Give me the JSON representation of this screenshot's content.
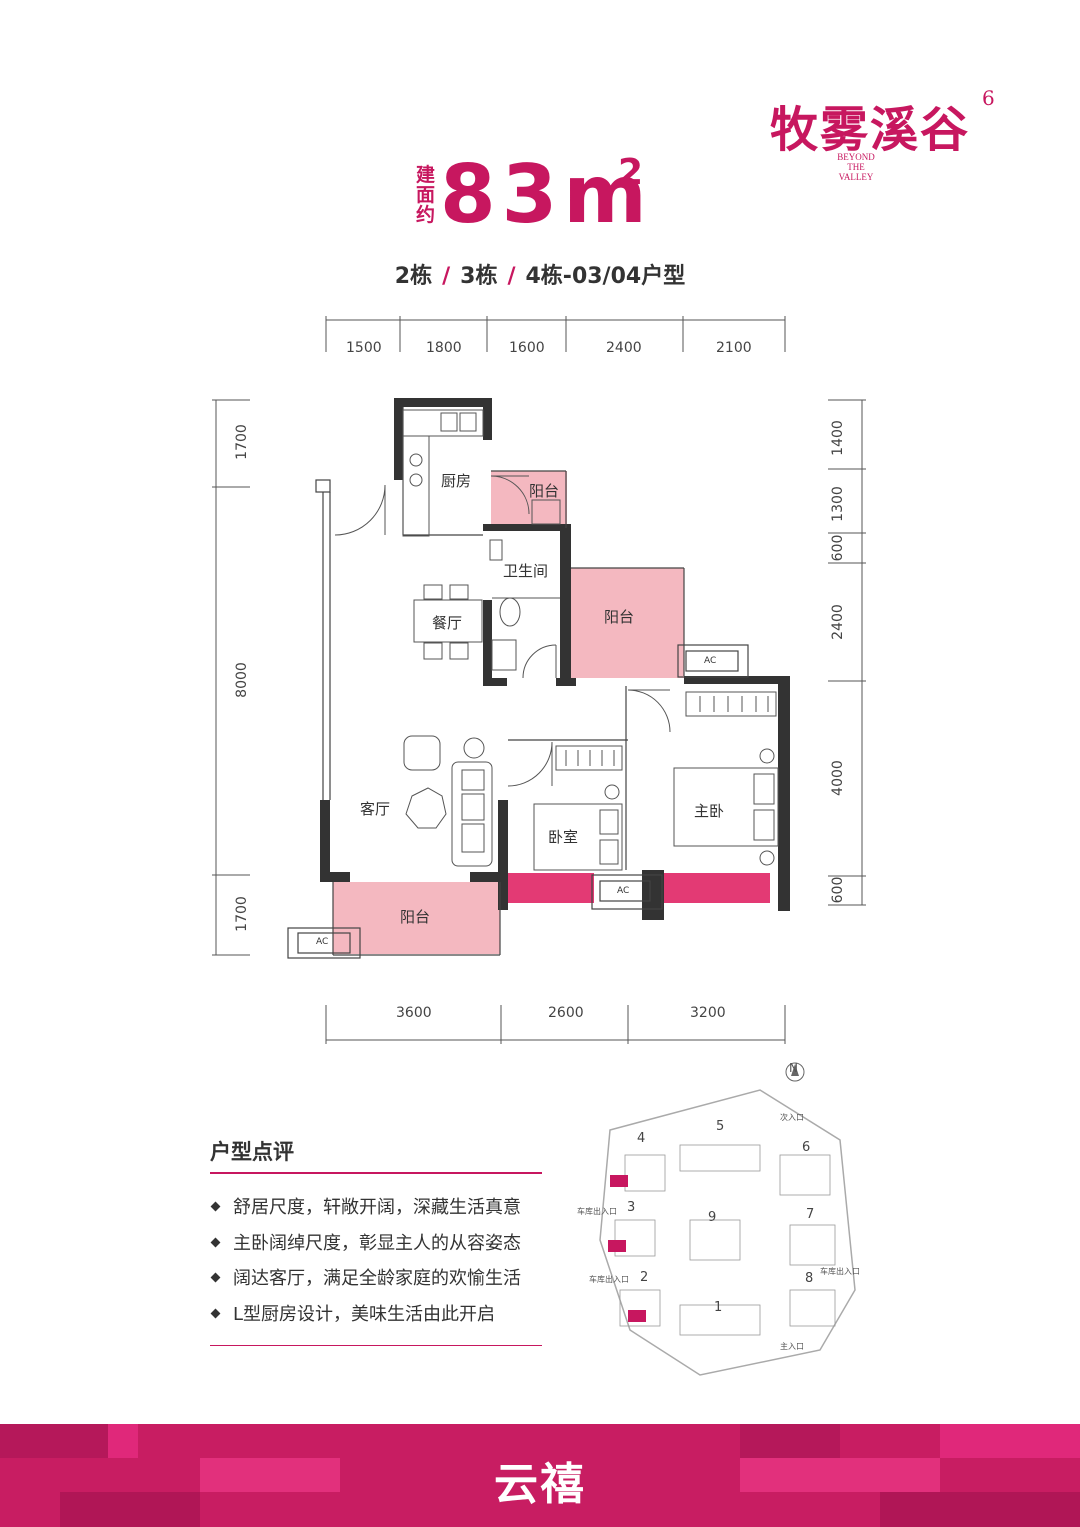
{
  "header": {
    "logo_text": "牧雾溪谷",
    "logo_sup": "6",
    "logo_sub": [
      "BEYOND",
      "THE",
      "VALLEY"
    ],
    "area_prefix": [
      "建",
      "面",
      "约"
    ],
    "area_value": "83m",
    "area_sup": "2",
    "unit_type": {
      "parts": [
        "2栋",
        "3栋",
        "4栋-03/04户型"
      ],
      "separator": "/"
    }
  },
  "dimensions": {
    "top": [
      "1500",
      "1800",
      "1600",
      "2400",
      "2100"
    ],
    "bottom": [
      "3600",
      "2600",
      "3200"
    ],
    "left": [
      "1700",
      "8000",
      "1700"
    ],
    "right": [
      "1400",
      "1300",
      "600",
      "2400",
      "4000",
      "600"
    ]
  },
  "rooms": {
    "kitchen": "厨房",
    "balcony_kitchen": "阳台",
    "bathroom": "卫生间",
    "dining": "餐厅",
    "balcony_mid": "阳台",
    "living": "客厅",
    "bedroom": "卧室",
    "master": "主卧",
    "balcony_bottom": "阳台",
    "ac_labels": [
      "AC",
      "AC",
      "AC"
    ]
  },
  "review": {
    "title": "户型点评",
    "items": [
      "舒居尺度，轩敞开阔，深藏生活真意",
      "主卧阔绰尺度，彰显主人的从容姿态",
      "阔达客厅，满足全龄家庭的欢愉生活",
      "L型厨房设计，美味生活由此开启"
    ]
  },
  "site_plan": {
    "north": "N",
    "buildings": [
      "1",
      "2",
      "3",
      "4",
      "5",
      "6",
      "7",
      "8",
      "9"
    ],
    "entrances": [
      "次入口",
      "车库出入口",
      "车库出入口",
      "车库出入口",
      "主入口"
    ]
  },
  "footer": {
    "brand": "云禧"
  },
  "colors": {
    "accent": "#c7175f",
    "balcony_fill": "#f4b8c0",
    "window_fill": "#e33a74",
    "wall": "#333333",
    "footer_bg": "#c81d62"
  }
}
